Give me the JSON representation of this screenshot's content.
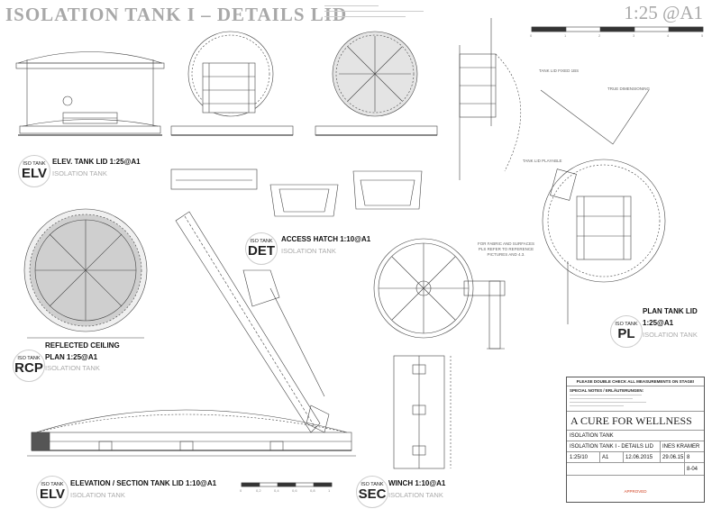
{
  "header": {
    "title": "ISOLATION TANK I – DETAILS LID",
    "scale": "1:25 @A1",
    "scale_bar_ticks": [
      "0",
      "1",
      "2",
      "3",
      "4",
      "5"
    ]
  },
  "annotations": {
    "tank_lid_fixed": "TANK LID FIXED 1BS",
    "true_dimensioning": "TRUE DIMENSIONING",
    "tank_lid_playable": "TANK LID PLAYABLE",
    "fabric_note_1": "FOR FABRIC AND SURFACES",
    "fabric_note_2": "PLS REFER TO REFERENCE",
    "fabric_note_3": "PICTURES AND 4.3."
  },
  "views": {
    "elv_top": {
      "iso": "ISO TANK",
      "code": "ELV",
      "label": "ELEV. TANK LID 1:25@A1",
      "sub": "ISOLATION TANK"
    },
    "det": {
      "iso": "ISO TANK",
      "code": "DET",
      "label": "ACCESS HATCH 1:10@A1",
      "sub": "ISOLATION TANK"
    },
    "pl": {
      "iso": "ISO TANK",
      "code": "PL",
      "label": "PLAN TANK LID",
      "label2": "1:25@A1",
      "sub": "ISOLATION TANK"
    },
    "rcp": {
      "iso": "ISO TANK",
      "code": "RCP",
      "label": "REFLECTED CEILING",
      "label2": "PLAN 1:25@A1",
      "sub": "ISOLATION TANK"
    },
    "elv_bottom": {
      "iso": "ISO TANK",
      "code": "ELV",
      "label": "ELEVATION / SECTION TANK LID 1:10@A1",
      "sub": "ISOLATION TANK"
    },
    "sec": {
      "iso": "ISO TANK",
      "code": "SEC",
      "label": "WINCH 1:10@A1",
      "sub": "ISOLATION TANK"
    }
  },
  "bottom_scale_ticks": [
    "0",
    "0,2",
    "0,4",
    "0,6",
    "0,8",
    "1"
  ],
  "title_block": {
    "warning": "PLEASE DOUBLE CHECK ALL MEASUREMENTS ON STAGE!",
    "special_notes": "SPECIAL NOTES / ERLÄUTERUNGEN:",
    "project": "A CURE FOR WELLNESS",
    "set": "ISOLATION TANK",
    "drawing": "ISOLATION TANK I - DETAILS LID",
    "drawn_by": "INES KRAMER",
    "scale": "1:25/10",
    "format": "A1",
    "date": "12.06.2015",
    "rev_date": "29.06.15",
    "rev": "8",
    "sheet": "8-04",
    "approved": "APPROVED"
  },
  "colors": {
    "ink": "#222222",
    "grey_text": "#aaaaaa",
    "approved": "#d04020"
  }
}
